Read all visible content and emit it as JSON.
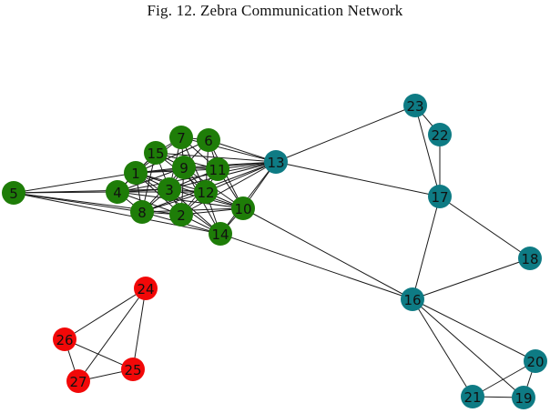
{
  "caption": "Fig. 12.  Zebra Communication Network",
  "colors": {
    "green": "#1e7d08",
    "teal": "#0e7b84",
    "red": "#f20808",
    "edge": "#1a1a1a"
  },
  "nodes": [
    {
      "id": "1",
      "group": "green"
    },
    {
      "id": "2",
      "group": "green"
    },
    {
      "id": "3",
      "group": "green"
    },
    {
      "id": "4",
      "group": "green"
    },
    {
      "id": "5",
      "group": "green"
    },
    {
      "id": "6",
      "group": "green"
    },
    {
      "id": "7",
      "group": "green"
    },
    {
      "id": "8",
      "group": "green"
    },
    {
      "id": "9",
      "group": "green"
    },
    {
      "id": "10",
      "group": "green"
    },
    {
      "id": "11",
      "group": "green"
    },
    {
      "id": "12",
      "group": "green"
    },
    {
      "id": "13",
      "group": "teal"
    },
    {
      "id": "14",
      "group": "green"
    },
    {
      "id": "15",
      "group": "green"
    },
    {
      "id": "16",
      "group": "teal"
    },
    {
      "id": "17",
      "group": "teal"
    },
    {
      "id": "18",
      "group": "teal"
    },
    {
      "id": "19",
      "group": "teal"
    },
    {
      "id": "20",
      "group": "teal"
    },
    {
      "id": "21",
      "group": "teal"
    },
    {
      "id": "22",
      "group": "teal"
    },
    {
      "id": "23",
      "group": "teal"
    },
    {
      "id": "24",
      "group": "red"
    },
    {
      "id": "25",
      "group": "red"
    },
    {
      "id": "26",
      "group": "red"
    },
    {
      "id": "27",
      "group": "red"
    }
  ],
  "edges": [
    [
      "5",
      "1"
    ],
    [
      "5",
      "4"
    ],
    [
      "5",
      "8"
    ],
    [
      "5",
      "3"
    ],
    [
      "5",
      "2"
    ],
    [
      "5",
      "14"
    ],
    [
      "1",
      "15"
    ],
    [
      "1",
      "7"
    ],
    [
      "1",
      "6"
    ],
    [
      "1",
      "9"
    ],
    [
      "1",
      "11"
    ],
    [
      "1",
      "3"
    ],
    [
      "1",
      "12"
    ],
    [
      "1",
      "2"
    ],
    [
      "1",
      "8"
    ],
    [
      "1",
      "4"
    ],
    [
      "1",
      "10"
    ],
    [
      "1",
      "14"
    ],
    [
      "1",
      "13"
    ],
    [
      "15",
      "7"
    ],
    [
      "15",
      "9"
    ],
    [
      "15",
      "3"
    ],
    [
      "15",
      "11"
    ],
    [
      "15",
      "4"
    ],
    [
      "15",
      "8"
    ],
    [
      "15",
      "12"
    ],
    [
      "15",
      "13"
    ],
    [
      "7",
      "6"
    ],
    [
      "7",
      "9"
    ],
    [
      "7",
      "11"
    ],
    [
      "7",
      "3"
    ],
    [
      "7",
      "12"
    ],
    [
      "7",
      "13"
    ],
    [
      "6",
      "9"
    ],
    [
      "6",
      "11"
    ],
    [
      "6",
      "12"
    ],
    [
      "6",
      "13"
    ],
    [
      "6",
      "10"
    ],
    [
      "9",
      "11"
    ],
    [
      "9",
      "3"
    ],
    [
      "9",
      "12"
    ],
    [
      "9",
      "2"
    ],
    [
      "9",
      "8"
    ],
    [
      "9",
      "4"
    ],
    [
      "9",
      "10"
    ],
    [
      "9",
      "13"
    ],
    [
      "9",
      "14"
    ],
    [
      "11",
      "12"
    ],
    [
      "11",
      "10"
    ],
    [
      "11",
      "13"
    ],
    [
      "11",
      "3"
    ],
    [
      "11",
      "2"
    ],
    [
      "4",
      "3"
    ],
    [
      "4",
      "8"
    ],
    [
      "4",
      "2"
    ],
    [
      "4",
      "12"
    ],
    [
      "4",
      "13"
    ],
    [
      "4",
      "10"
    ],
    [
      "3",
      "8"
    ],
    [
      "3",
      "2"
    ],
    [
      "3",
      "12"
    ],
    [
      "3",
      "10"
    ],
    [
      "3",
      "13"
    ],
    [
      "3",
      "14"
    ],
    [
      "8",
      "2"
    ],
    [
      "8",
      "12"
    ],
    [
      "8",
      "14"
    ],
    [
      "8",
      "10"
    ],
    [
      "8",
      "13"
    ],
    [
      "2",
      "12"
    ],
    [
      "2",
      "10"
    ],
    [
      "2",
      "14"
    ],
    [
      "2",
      "13"
    ],
    [
      "12",
      "10"
    ],
    [
      "12",
      "13"
    ],
    [
      "12",
      "14"
    ],
    [
      "10",
      "13"
    ],
    [
      "10",
      "14"
    ],
    [
      "10",
      "16"
    ],
    [
      "14",
      "13"
    ],
    [
      "14",
      "16"
    ],
    [
      "13",
      "23"
    ],
    [
      "13",
      "17"
    ],
    [
      "23",
      "22"
    ],
    [
      "23",
      "17"
    ],
    [
      "22",
      "17"
    ],
    [
      "17",
      "18"
    ],
    [
      "17",
      "16"
    ],
    [
      "16",
      "18"
    ],
    [
      "16",
      "20"
    ],
    [
      "16",
      "19"
    ],
    [
      "16",
      "21"
    ],
    [
      "20",
      "19"
    ],
    [
      "20",
      "21"
    ],
    [
      "21",
      "19"
    ],
    [
      "24",
      "26"
    ],
    [
      "24",
      "27"
    ],
    [
      "24",
      "25"
    ],
    [
      "26",
      "27"
    ],
    [
      "26",
      "25"
    ],
    [
      "27",
      "25"
    ]
  ]
}
